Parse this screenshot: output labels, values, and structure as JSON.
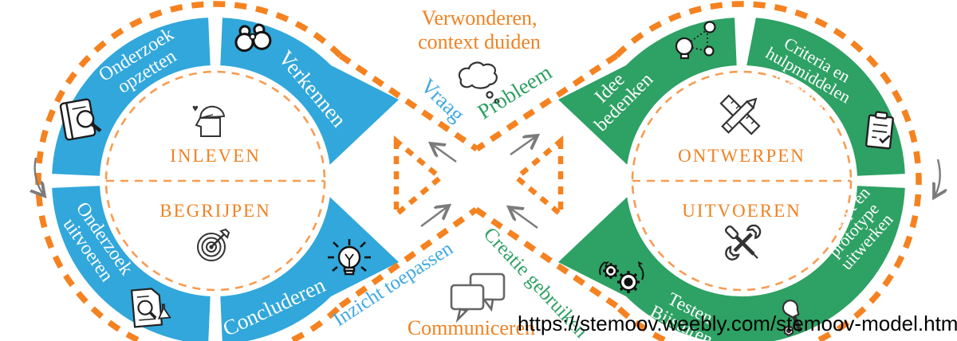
{
  "left_loop": {
    "color": "#31A7DB",
    "inner_labels": [
      "INLEVEN",
      "BEGRIJPEN"
    ],
    "segments": [
      {
        "id": "onderzoek-opzetten",
        "lines": [
          "Onderzoek",
          "opzetten"
        ],
        "icon": "book-search-icon"
      },
      {
        "id": "verkennen",
        "lines": [
          "Verkennen"
        ],
        "icon": "binoculars-icon"
      },
      {
        "id": "onderzoek-uitvoeren",
        "lines": [
          "Onderzoek",
          "uitvoeren"
        ],
        "icon": "document-search-icon"
      },
      {
        "id": "concluderen",
        "lines": [
          "Concluderen"
        ],
        "icon": "lightbulb-icon"
      }
    ]
  },
  "right_loop": {
    "color": "#2EA164",
    "inner_labels": [
      "ONTWERPEN",
      "UITVOEREN"
    ],
    "segments": [
      {
        "id": "idee-bedenken",
        "lines": [
          "Idee",
          "bedenken"
        ],
        "icon": "connected-bulbs-icon"
      },
      {
        "id": "criteria-selecteren",
        "lines": [
          "Criteria en",
          "hulpmiddelen",
          "selecteren"
        ],
        "icon": "clipboard-checklist-icon"
      },
      {
        "id": "testen-bijsturen",
        "lines": [
          "Testen",
          "Bijsturen"
        ],
        "icon": "gears-icon"
      },
      {
        "id": "concept-uitwerken",
        "lines": [
          "Concept en",
          "prototype",
          "uitwerken"
        ],
        "icon": "wrench-bolt-icon"
      }
    ]
  },
  "center": {
    "top_label": [
      "Verwonderen,",
      "context duiden"
    ],
    "bottom_label": "Communiceren",
    "flow": {
      "vraag": "Vraag",
      "probleem": "Probleem",
      "inzicht": "Inzicht toepassen",
      "creatie": "Creatie gebruiken"
    },
    "icons": [
      "thought-bubble-icon",
      "speech-bubbles-icon"
    ]
  },
  "footer": {
    "url": "https://stemoov.weebly.com/stemoov-model.html"
  },
  "colors": {
    "blue": "#31A7DB",
    "green": "#2EA164",
    "orange_dash": "#F58220",
    "orange_dash_light": "#F79C52",
    "orange_text": "#F08223",
    "blue_text": "#3FA9E1",
    "green_text": "#2EA163",
    "arrow_gray": "#7b7b7b"
  }
}
